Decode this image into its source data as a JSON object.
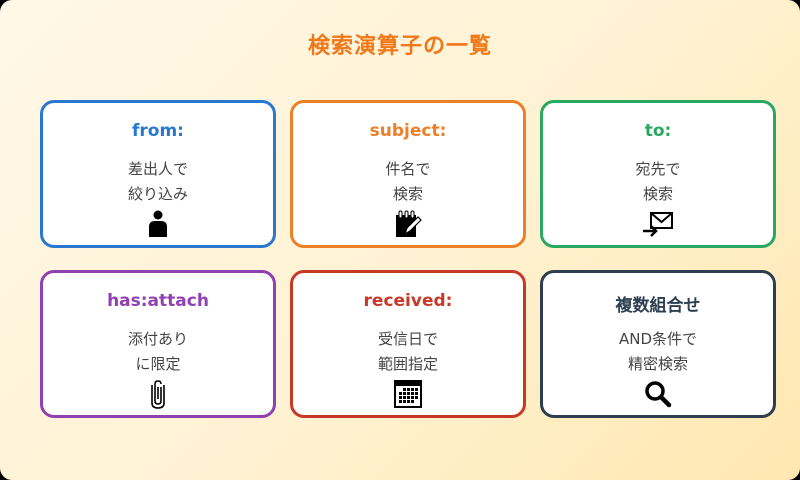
{
  "title": "検索演算子の一覧",
  "colors": {
    "title": "#f07818",
    "from": "#2878d0",
    "subject": "#ec8028",
    "to": "#28a860",
    "has_attach": "#9040b0",
    "received": "#c83828",
    "combined": "#2c3e50"
  },
  "cards": [
    {
      "op": "from:",
      "desc_line1": "差出人で",
      "desc_line2": "絞り込み",
      "icon": "person-icon"
    },
    {
      "op": "subject:",
      "desc_line1": "件名で",
      "desc_line2": "検索",
      "icon": "notepad-pencil-icon"
    },
    {
      "op": "to:",
      "desc_line1": "宛先で",
      "desc_line2": "検索",
      "icon": "mail-arrow-icon"
    },
    {
      "op": "has:attach",
      "desc_line1": "添付あり",
      "desc_line2": "に限定",
      "icon": "paperclip-icon"
    },
    {
      "op": "received:",
      "desc_line1": "受信日で",
      "desc_line2": "範囲指定",
      "icon": "calendar-icon"
    },
    {
      "op": "複数組合せ",
      "desc_line1": "AND条件で",
      "desc_line2": "精密検索",
      "icon": "magnifier-icon"
    }
  ]
}
